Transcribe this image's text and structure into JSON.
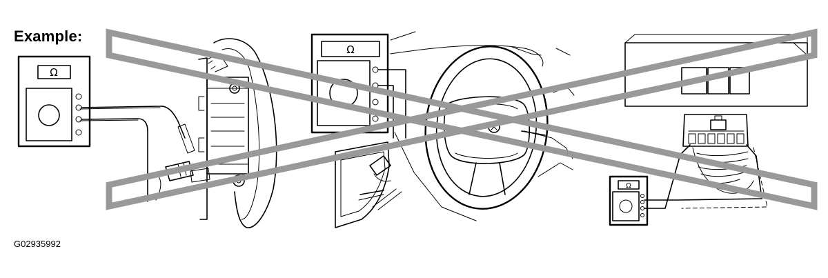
{
  "title": "Example:",
  "figure_code": "G02935992",
  "meter_symbol": "Ω",
  "cross_color": "#999999",
  "ink_color": "#000000",
  "icons": {
    "meter": "ohmmeter-icon",
    "connector": "connector-icon",
    "steering_wheel": "steering-wheel-icon",
    "airbag_module": "airbag-module-icon",
    "cross": "prohibited-cross-icon"
  }
}
